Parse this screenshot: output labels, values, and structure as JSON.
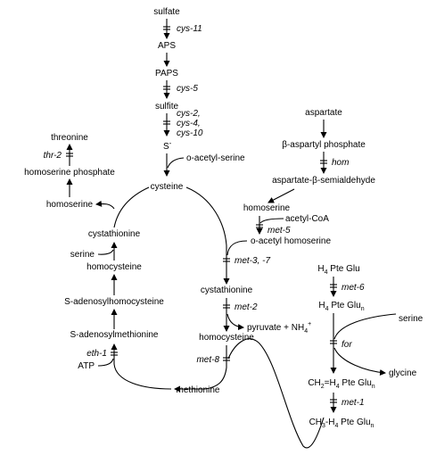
{
  "metabolites": {
    "sulfate": "sulfate",
    "aps": "APS",
    "paps": "PAPS",
    "sulfite": "sulfite",
    "sulfide_s": "S",
    "sulfide_sup": "-",
    "o_acetyl_serine": "o-acetyl-serine",
    "cysteine": "cysteine",
    "threonine": "threonine",
    "homoserine_phosphate": "homoserine phosphate",
    "homoserine_left": "homoserine",
    "cystathionine_left": "cystathionine",
    "serine_left": "serine",
    "homocysteine_left": "homocysteine",
    "s_adenosylhomocysteine": "S-adenosylhomocysteine",
    "s_adenosylmethionine": "S-adenosylmethionine",
    "atp": "ATP",
    "methionine": "methionine",
    "aspartate": "aspartate",
    "b_aspartyl_phosphate": "β-aspartyl phosphate",
    "aspartate_semialdehyde": "aspartate-β-semialdehyde",
    "homoserine_right": "homoserine",
    "acetyl_coa": "acetyl-CoA",
    "o_acetyl_homoserine": "o-acetyl homoserine",
    "cystathionine_center": "cystathionine",
    "pyruvate_nh4_text": "pyruvate + NH",
    "pyruvate_nh4_sub": "4",
    "pyruvate_nh4_sup": "+",
    "homocysteine_center": "homocysteine",
    "h4_pte_glu": "H",
    "h4_pte_glu_sub": "4",
    "h4_pte_glu_rest": " Pte Glu",
    "h4_pte_glun": "H",
    "h4_pte_glun_sub": "4",
    "h4_pte_glun_rest": " Pte Glu",
    "h4_pte_glun_n": "n",
    "serine_right": "serine",
    "glycine": "glycine",
    "ch2_h4": "CH",
    "ch2_sub2": "2",
    "ch2_eq_h": "=H",
    "ch2_sub4": "4",
    "ch2_rest": " Pte Glu",
    "ch2_n": "n",
    "ch3_h4": "CH",
    "ch3_sub3": "3",
    "ch3_dash_h": "-H",
    "ch3_sub4": "4",
    "ch3_rest": " Pte Glu",
    "ch3_n": "n"
  },
  "genes": {
    "cys11": "cys-11",
    "cys5": "cys-5",
    "cys2": "cys-2,",
    "cys4": "cys-4,",
    "cys10": "cys-10",
    "thr2": "thr-2",
    "hom": "hom",
    "met5": "met-5",
    "met3_7": "met-3, -7",
    "met2": "met-2",
    "met8": "met-8",
    "eth1": "eth-1",
    "met6": "met-6",
    "for": "for",
    "met1": "met-1"
  }
}
